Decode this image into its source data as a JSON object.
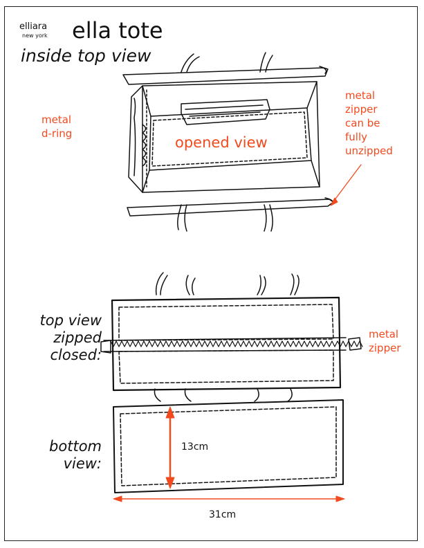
{
  "brand": {
    "name": "elliara",
    "location": "new york"
  },
  "title": "ella tote",
  "subtitle": "inside top view",
  "labels": {
    "d_ring": [
      "metal",
      "d-ring"
    ],
    "zipper_unzip": [
      "metal",
      "zipper",
      "can be",
      "fully",
      "unzipped"
    ],
    "opened_view": "opened view",
    "top_view_zipped": [
      "top view",
      "zipped",
      "closed:"
    ],
    "metal_zipper": [
      "metal",
      "zipper"
    ],
    "bottom_view": [
      "bottom",
      "view:"
    ]
  },
  "dimensions": {
    "height": "13cm",
    "width": "31cm"
  },
  "colors": {
    "accent": "#f04a1e",
    "line": "#111111"
  }
}
